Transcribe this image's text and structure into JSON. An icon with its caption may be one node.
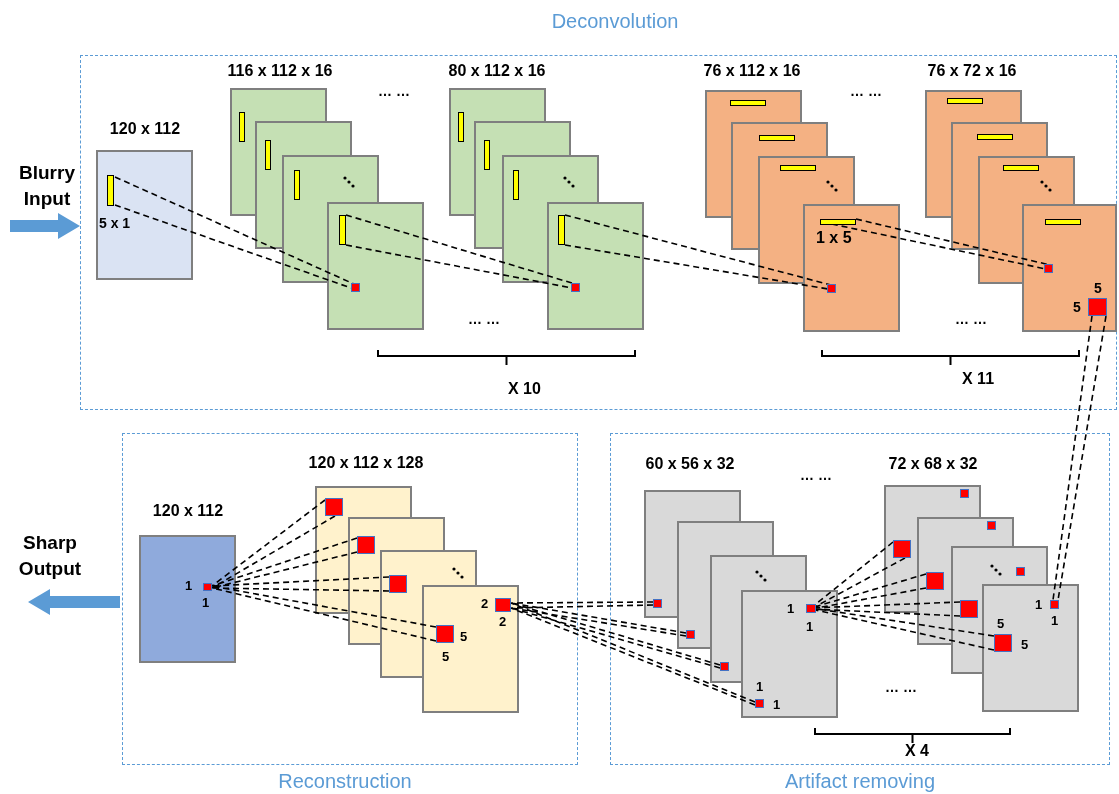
{
  "diagram": {
    "nodes": [
      {
        "text": [
          "Deconvolution"
        ]
      },
      {
        "text": [
          "120 x 112",
          "5 x 1"
        ],
        "in": 0
      },
      {
        "text": [
          "116 x 112 x 16"
        ],
        "in": 0
      },
      {
        "text": [
          "80 x 112 x 16"
        ],
        "in": 0
      },
      {
        "text": [
          "76 x 112 x 16",
          "1 x 5"
        ],
        "in": 0
      },
      {
        "text": [
          "76 x 72 x 16",
          "5",
          "5"
        ],
        "in": 0
      },
      {
        "text": [
          "Reconstruction"
        ]
      },
      {
        "text": [
          "120 x 112",
          "1",
          "1"
        ],
        "in": 6
      },
      {
        "text": [
          "120 x 112 x 128",
          "2",
          "2",
          "5",
          "5"
        ],
        "in": 6
      },
      {
        "text": [
          "Artifact removing"
        ]
      },
      {
        "text": [
          "60 x 56 x 32",
          "1",
          "1",
          "1",
          "1"
        ],
        "in": 9
      },
      {
        "text": [
          "72 x 68 x 32",
          "1",
          "1",
          "5",
          "5"
        ],
        "in": 9
      }
    ],
    "edges": [
      {
        "from": 1,
        "to": 2,
        "arrow": "none",
        "style": "dashed"
      },
      {
        "from": 2,
        "to": 3,
        "arrow": "none",
        "style": "dashed"
      },
      {
        "from": 3,
        "to": 4,
        "arrow": "none",
        "style": "dashed"
      },
      {
        "from": 4,
        "to": 5,
        "arrow": "none",
        "style": "dashed"
      },
      {
        "from": 5,
        "to": 11,
        "arrow": "none",
        "style": "dashed"
      },
      {
        "from": 11,
        "to": 10,
        "arrow": "none",
        "style": "dashed"
      },
      {
        "from": 10,
        "to": 8,
        "arrow": "none",
        "style": "dashed"
      },
      {
        "from": 8,
        "to": 7,
        "arrow": "none",
        "style": "dashed"
      },
      {
        "from": null,
        "to": 0,
        "arrow": "to",
        "style": "thick",
        "color": "#5b9bd5"
      },
      {
        "from": 6,
        "to": null,
        "arrow": "to",
        "style": "thick",
        "color": "#5b9bd5"
      }
    ],
    "labels": [
      "Blurry Input",
      "… …",
      "… …",
      "… …",
      "… …",
      "X 10",
      "X 11",
      "Sharp Output",
      "… …",
      "… …",
      "X 4"
    ]
  }
}
